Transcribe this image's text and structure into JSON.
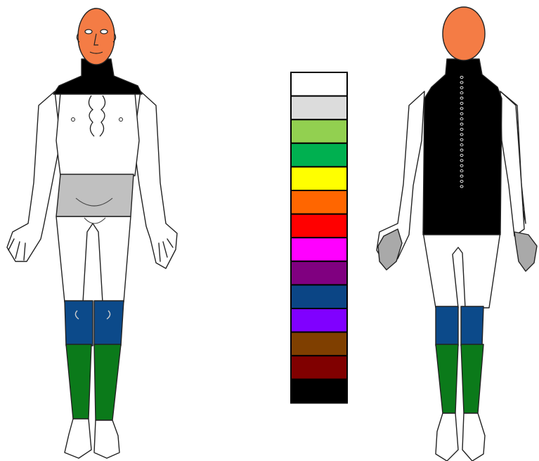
{
  "figures": {
    "front": {
      "view": "front",
      "regions": {
        "head": "#f47c45",
        "neck_shoulders": "#000000",
        "abdomen": "#c0c0c0",
        "knees": "#0c4a8a",
        "shins": "#0b7a1a",
        "skin": "#ffffff"
      }
    },
    "back": {
      "view": "back",
      "regions": {
        "head": "#f47c45",
        "back": "#000000",
        "hands": "#a9a9a9",
        "knees": "#0c4a8a",
        "shins": "#0b7a1a",
        "skin": "#ffffff"
      }
    }
  },
  "palette": {
    "swatches": [
      {
        "name": "white",
        "color": "#ffffff"
      },
      {
        "name": "light-gray",
        "color": "#dcdcdc"
      },
      {
        "name": "light-green",
        "color": "#92d050"
      },
      {
        "name": "green",
        "color": "#00b050"
      },
      {
        "name": "yellow",
        "color": "#ffff00"
      },
      {
        "name": "orange",
        "color": "#ff6600"
      },
      {
        "name": "red",
        "color": "#ff0000"
      },
      {
        "name": "magenta",
        "color": "#ff00ff"
      },
      {
        "name": "purple",
        "color": "#800080"
      },
      {
        "name": "dark-blue",
        "color": "#0b4585"
      },
      {
        "name": "violet",
        "color": "#8000ff"
      },
      {
        "name": "brown",
        "color": "#7f3f00"
      },
      {
        "name": "maroon",
        "color": "#800000"
      },
      {
        "name": "black",
        "color": "#000000"
      }
    ]
  }
}
